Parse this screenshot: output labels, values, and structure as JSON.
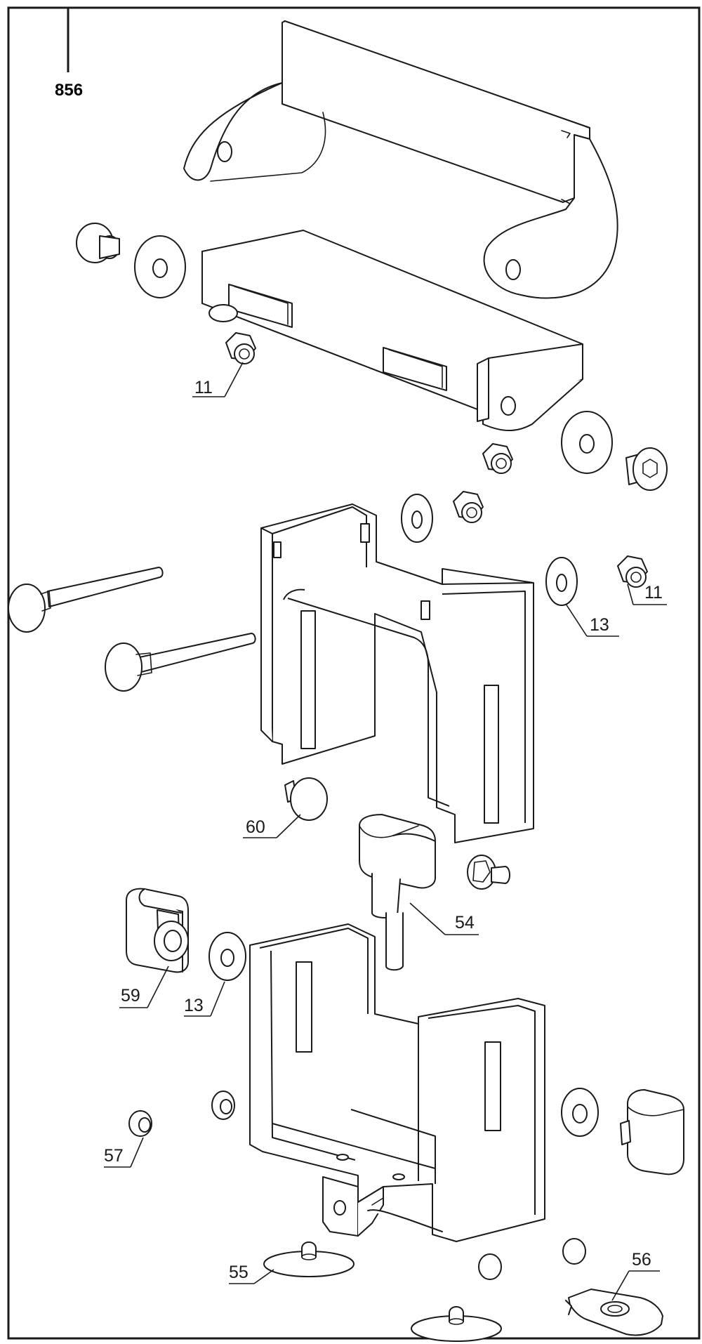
{
  "assembly_number": "856",
  "callouts": [
    {
      "id": "c1",
      "label": "11"
    },
    {
      "id": "c2",
      "label": "11"
    },
    {
      "id": "c3",
      "label": "13"
    },
    {
      "id": "c4",
      "label": "60"
    },
    {
      "id": "c5",
      "label": "54"
    },
    {
      "id": "c6",
      "label": "59"
    },
    {
      "id": "c7",
      "label": "13"
    },
    {
      "id": "c8",
      "label": "57"
    },
    {
      "id": "c9",
      "label": "55"
    },
    {
      "id": "c10",
      "label": "56"
    }
  ],
  "colors": {
    "line": "#1a1a1a",
    "background": "#ffffff"
  }
}
